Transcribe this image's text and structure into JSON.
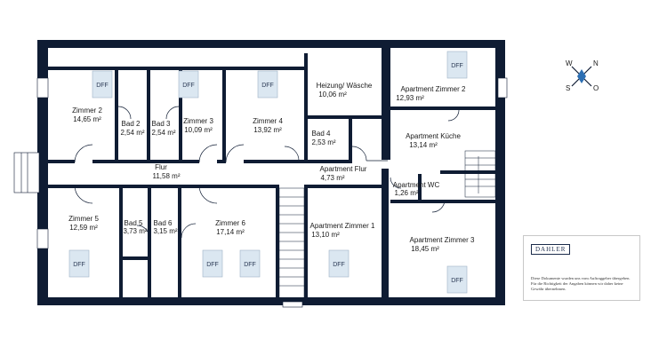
{
  "rooms": {
    "zimmer2": {
      "name": "Zimmer 2",
      "area": "14,65 m²"
    },
    "bad2": {
      "name": "Bad 2",
      "area": "2,54 m²"
    },
    "bad3": {
      "name": "Bad 3",
      "area": "2,54 m²"
    },
    "zimmer3": {
      "name": "Zimmer 3",
      "area": "10,09 m²"
    },
    "zimmer4": {
      "name": "Zimmer 4",
      "area": "13,92 m²"
    },
    "heizung": {
      "name": "Heizung/ Wäsche",
      "area": "10,06 m²"
    },
    "bad4": {
      "name": "Bad 4",
      "area": "2,53 m²"
    },
    "flur": {
      "name": "Flur",
      "area": "11,58 m²"
    },
    "apt_flur": {
      "name": "Apartment Flur",
      "area": "4,73 m²"
    },
    "apt_zimmer2": {
      "name": "Apartment Zimmer 2",
      "area": "12,93 m²"
    },
    "apt_kueche": {
      "name": "Apartment Küche",
      "area": "13,14 m²"
    },
    "apt_wc": {
      "name": "Apartment WC",
      "area": "1,26 m²"
    },
    "zimmer5": {
      "name": "Zimmer 5",
      "area": "12,59 m²"
    },
    "bad5": {
      "name": "Bad 5",
      "area": "3,73 m²"
    },
    "bad6": {
      "name": "Bad 6",
      "area": "3,15 m²"
    },
    "zimmer6": {
      "name": "Zimmer 6",
      "area": "17,14 m²"
    },
    "apt_zimmer1": {
      "name": "Apartment Zimmer 1",
      "area": "13,10 m²"
    },
    "apt_zimmer3": {
      "name": "Apartment Zimmer 3",
      "area": "18,45 m²"
    }
  },
  "skylight_label": "DFF",
  "compass": {
    "n": "N",
    "o": "O",
    "s": "S",
    "w": "W"
  },
  "note": {
    "brand": "DAHLER",
    "disclaimer": "Diese Dokumente wurden uns vom Auftraggeber übergeben. Für die Richtigkeit der Angaben können wir daher keine Gewähr übernehmen."
  },
  "colors": {
    "wall": "#0f1c33",
    "skylight_fill": "#dbe7f1",
    "skylight_stroke": "#9fb3c7"
  }
}
